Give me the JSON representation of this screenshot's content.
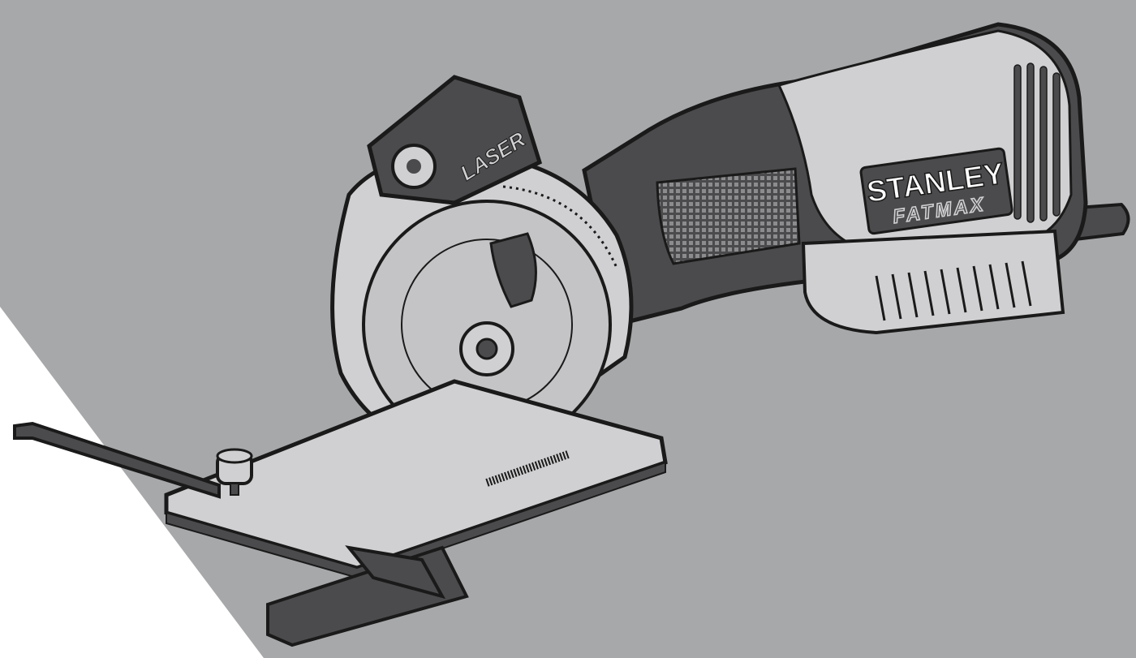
{
  "image": {
    "background_color": "#a7a8aa",
    "light_panel_color": "#ffffff",
    "body_color": "#4b4b4d",
    "shell_color": "#d0d0d2",
    "outline_color": "#1a1a1a"
  },
  "branding": {
    "brand": "STANLEY",
    "subbrand": "FATMAX",
    "laser_label": "LASER"
  },
  "icons": {
    "product": "circular-saw-icon"
  }
}
